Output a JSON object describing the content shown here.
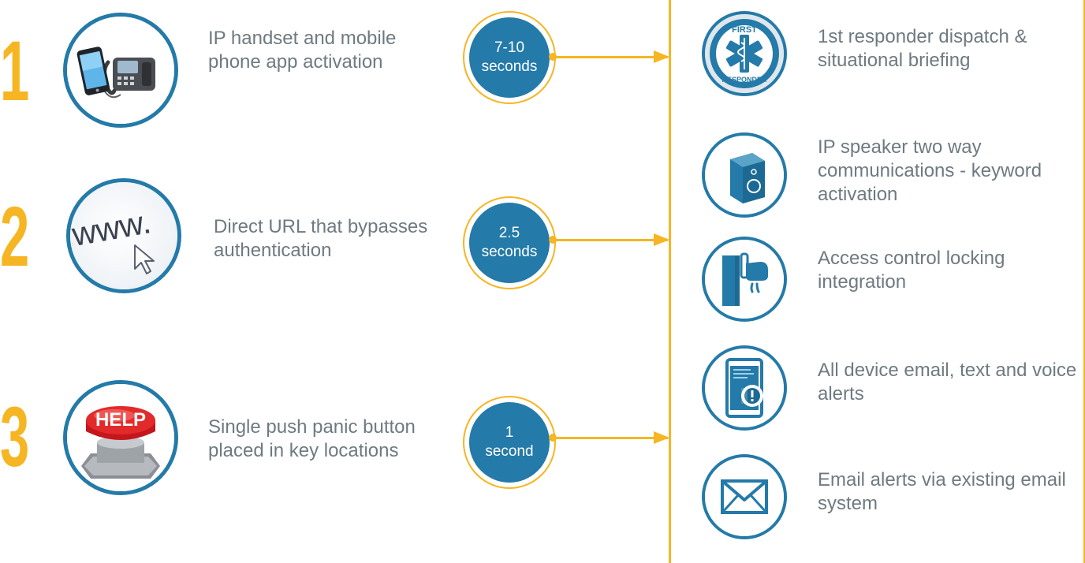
{
  "steps": [
    {
      "number": "1",
      "icon": "phone-and-handset-icon",
      "text": "IP handset and mobile phone app activation",
      "timing": {
        "value": "7-10",
        "unit": "seconds"
      }
    },
    {
      "number": "2",
      "icon": "www-url-cursor-icon",
      "text": "Direct URL that bypasses authentication",
      "timing": {
        "value": "2.5",
        "unit": "seconds"
      }
    },
    {
      "number": "3",
      "icon": "help-panic-button-icon",
      "text": "Single push panic button placed in key locations",
      "timing": {
        "value": "1",
        "unit": "second"
      }
    }
  ],
  "outcomes": [
    {
      "icon": "first-responder-badge-icon",
      "text": "1st responder dispatch & situational briefing",
      "badge_top": "FIRST",
      "badge_bottom": "RESPONDER"
    },
    {
      "icon": "ip-speaker-icon",
      "text": "IP speaker two way communications - keyword activation"
    },
    {
      "icon": "access-control-lock-icon",
      "text": "Access control locking integration"
    },
    {
      "icon": "device-alert-icon",
      "text": "All device email, text and voice alerts"
    },
    {
      "icon": "email-envelope-icon",
      "text": "Email alerts via existing email system"
    }
  ],
  "icon_text": {
    "www": "www.",
    "help": "HELP"
  },
  "colors": {
    "accent_gold": "#f6b522",
    "primary_blue": "#247aa8",
    "text_gray": "#6e7a80"
  }
}
